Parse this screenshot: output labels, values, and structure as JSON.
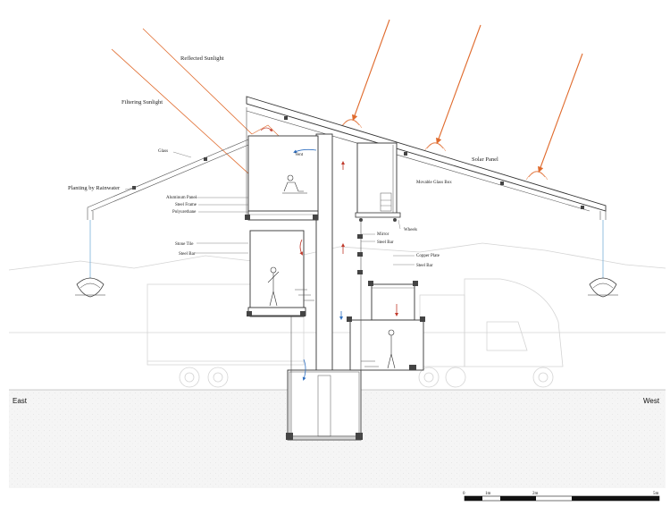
{
  "labels": {
    "reflected_sunlight": "Reflected Sunlight",
    "filtering_sunlight": "Filtering Sunlight",
    "glass": "Glass",
    "vent": "Vent",
    "solar_panel": "Solar Panel",
    "planting_by_rainwater": "Planting by Rainwater",
    "aluminum_panel": "Aluminum Panel",
    "steel_frame": "Steel Frame",
    "polyurethane": "Polyurethane",
    "movable_glass_box": "Movable Glass Box",
    "wheels": "Wheels",
    "mirror": "Mirror",
    "steel_bar_1": "Steel Bar",
    "stone_tile": "Stone Tile",
    "steel_bar_2": "Steel Bar",
    "copper_plate": "Copper Plate",
    "steel_bar_3": "Steel Bar",
    "east": "East",
    "west": "West"
  },
  "scale_bar": {
    "ticks": [
      "0",
      "1m",
      "2m",
      "5m"
    ]
  },
  "colors": {
    "sun_ray": "#e06a2c",
    "warm_air": "#c0392b",
    "cool_air": "#2f6fc0",
    "ground": "#f4f4f4",
    "line": "#333333"
  }
}
